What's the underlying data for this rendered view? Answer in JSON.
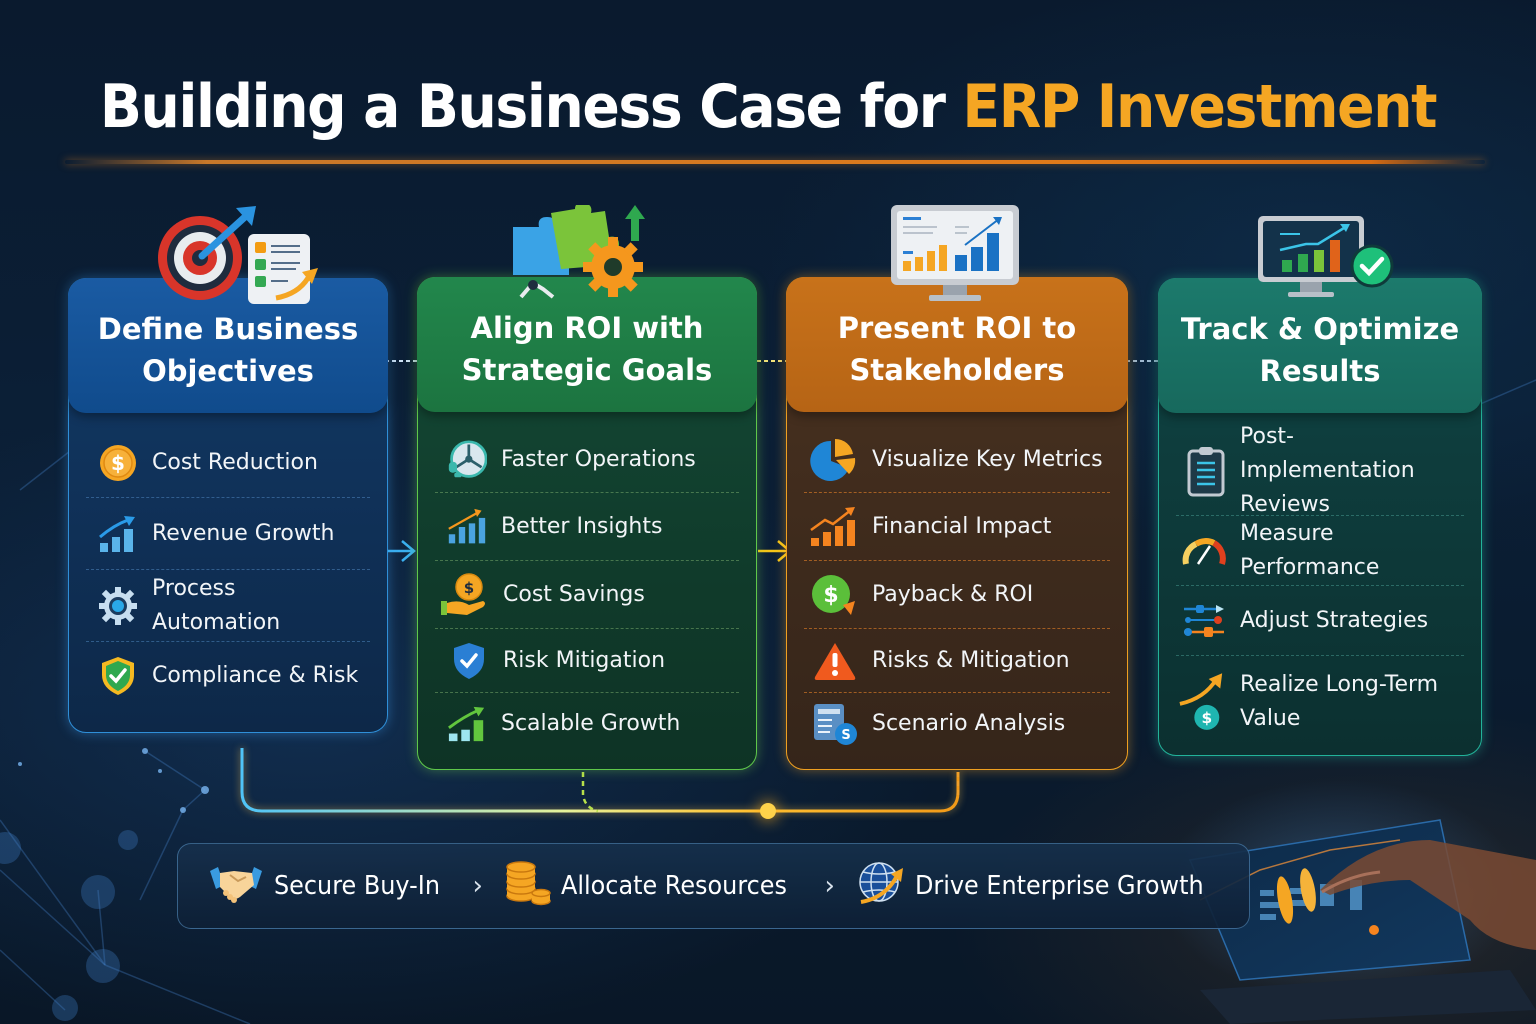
{
  "title": {
    "main": "Building a Business Case for ",
    "accent": "ERP Investment",
    "accent_color": "#f5a623"
  },
  "steps": [
    {
      "id": "define",
      "title_line1": "Define Business",
      "title_line2": "Objectives",
      "icon": "target-checklist-icon",
      "color": "#1a5ba3",
      "items": [
        {
          "label": "Cost Reduction",
          "icon": "dollar-coin-icon"
        },
        {
          "label": "Revenue Growth",
          "icon": "growth-chart-icon"
        },
        {
          "label": "Process Automation",
          "icon": "gear-icon"
        },
        {
          "label": "Compliance & Risk",
          "icon": "shield-check-icon"
        }
      ]
    },
    {
      "id": "align",
      "title_line1": "Align ROI with",
      "title_line2": "Strategic Goals",
      "icon": "puzzle-gear-icon",
      "color": "#22874c",
      "items": [
        {
          "label": "Faster Operations",
          "icon": "speed-dial-icon"
        },
        {
          "label": "Better Insights",
          "icon": "bar-chart-icon"
        },
        {
          "label": "Cost Savings",
          "icon": "hand-coin-icon"
        },
        {
          "label": "Risk Mitigation",
          "icon": "shield-check-icon"
        },
        {
          "label": "Scalable Growth",
          "icon": "growth-chart-icon"
        }
      ]
    },
    {
      "id": "present",
      "title_line1": "Present ROI to",
      "title_line2": "Stakeholders",
      "icon": "monitor-chart-icon",
      "color": "#c8721a",
      "items": [
        {
          "label": "Visualize Key Metrics",
          "icon": "pie-chart-icon"
        },
        {
          "label": "Financial Impact",
          "icon": "bar-chart-icon"
        },
        {
          "label": "Payback & ROI",
          "icon": "dollar-bubble-icon"
        },
        {
          "label": "Risks & Mitigation",
          "icon": "warning-icon"
        },
        {
          "label": "Scenario Analysis",
          "icon": "document-chat-icon"
        }
      ]
    },
    {
      "id": "track",
      "title_line1": "Track & Optimize",
      "title_line2": "Results",
      "icon": "monitor-check-icon",
      "color": "#1c7a6c",
      "items": [
        {
          "label": "Post-Implementation Reviews",
          "line1": "Post-Implementation",
          "line2": "Reviews",
          "icon": "clipboard-icon"
        },
        {
          "label": "Measure Performance",
          "icon": "gauge-icon"
        },
        {
          "label": "Adjust Strategies",
          "icon": "sliders-icon"
        },
        {
          "label": "Realize Long-Term Value",
          "line1": "Realize Long-Term",
          "line2": "Value",
          "icon": "arrow-dollar-icon"
        }
      ]
    }
  ],
  "footer": {
    "steps": [
      {
        "label": "Secure Buy-In",
        "icon": "handshake-icon"
      },
      {
        "label": "Allocate Resources",
        "icon": "coin-stack-icon"
      },
      {
        "label": "Drive Enterprise Growth",
        "icon": "globe-arrow-icon"
      }
    ],
    "separator": "›"
  }
}
